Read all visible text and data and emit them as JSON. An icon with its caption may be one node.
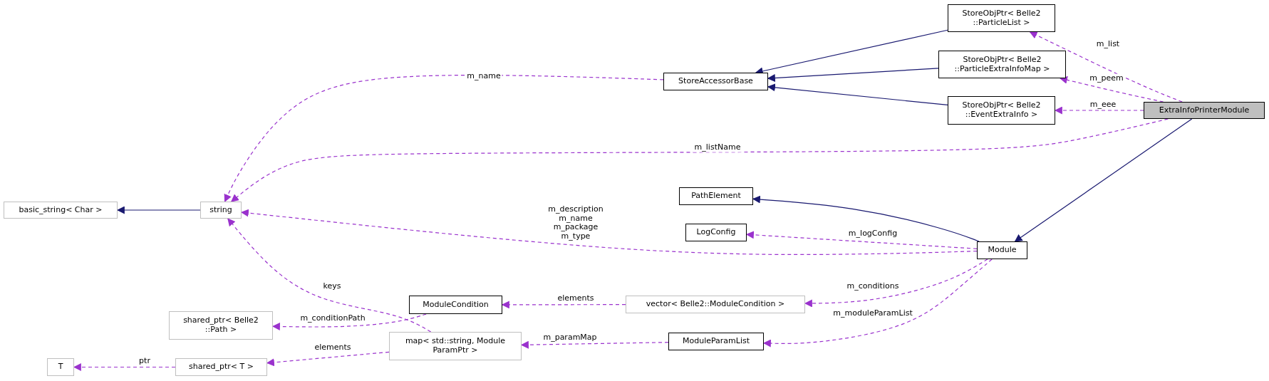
{
  "diagram": {
    "nodes": [
      {
        "text": [
          "basic_string< Char >"
        ]
      },
      {
        "text": [
          "string"
        ]
      },
      {
        "text": [
          "StoreAccessorBase"
        ]
      },
      {
        "text": [
          "StoreObjPtr< Belle2 ::ParticleList >"
        ]
      },
      {
        "text": [
          "StoreObjPtr< Belle2 ::ParticleExtraInfoMap >"
        ]
      },
      {
        "text": [
          "StoreObjPtr< Belle2 ::EventExtraInfo >"
        ]
      },
      {
        "text": [
          "ExtraInfoPrinterModule"
        ]
      },
      {
        "text": [
          "PathElement"
        ]
      },
      {
        "text": [
          "LogConfig"
        ]
      },
      {
        "text": [
          "Module"
        ]
      },
      {
        "text": [
          "ModuleCondition"
        ]
      },
      {
        "text": [
          "vector< Belle2::ModuleCondition >"
        ]
      },
      {
        "text": [
          "shared_ptr< Belle2 ::Path >"
        ]
      },
      {
        "text": [
          "map< std::string, Module ParamPtr >"
        ]
      },
      {
        "text": [
          "ModuleParamList"
        ]
      },
      {
        "text": [
          "T"
        ]
      },
      {
        "text": [
          "shared_ptr< T >"
        ]
      }
    ],
    "edges": [
      {
        "from": 1,
        "to": 0,
        "arrow": "to",
        "color": "#191970"
      },
      {
        "from": 2,
        "to": 1,
        "arrow": "to",
        "style": "dashed",
        "label": "m_name"
      },
      {
        "from": 3,
        "to": 2,
        "arrow": "to",
        "color": "#191970"
      },
      {
        "from": 4,
        "to": 2,
        "arrow": "to",
        "color": "#191970"
      },
      {
        "from": 5,
        "to": 2,
        "arrow": "to",
        "color": "#191970"
      },
      {
        "from": 6,
        "to": 3,
        "arrow": "to",
        "style": "dashed",
        "label": "m_list"
      },
      {
        "from": 6,
        "to": 4,
        "arrow": "to",
        "style": "dashed",
        "label": "m_peem"
      },
      {
        "from": 6,
        "to": 5,
        "arrow": "to",
        "style": "dashed",
        "label": "m_eee"
      },
      {
        "from": 6,
        "to": 1,
        "arrow": "to",
        "style": "dashed",
        "label": "m_listName"
      },
      {
        "from": 6,
        "to": 9,
        "arrow": "to",
        "color": "#191970"
      },
      {
        "from": 9,
        "to": 7,
        "arrow": "to",
        "color": "#191970"
      },
      {
        "from": 9,
        "to": 8,
        "arrow": "to",
        "style": "dashed",
        "label": "m_logConfig"
      },
      {
        "from": 9,
        "to": 1,
        "arrow": "to",
        "style": "dashed",
        "label": "m_description m_name m_package m_type"
      },
      {
        "from": 9,
        "to": 11,
        "arrow": "to",
        "style": "dashed",
        "label": "m_conditions"
      },
      {
        "from": 9,
        "to": 14,
        "arrow": "to",
        "style": "dashed",
        "label": "m_moduleParamList"
      },
      {
        "from": 11,
        "to": 10,
        "arrow": "to",
        "style": "dashed",
        "label": "elements"
      },
      {
        "from": 10,
        "to": 12,
        "arrow": "to",
        "style": "dashed",
        "label": "m_conditionPath"
      },
      {
        "from": 14,
        "to": 13,
        "arrow": "to",
        "style": "dashed",
        "label": "m_paramMap"
      },
      {
        "from": 13,
        "to": 1,
        "arrow": "to",
        "style": "dashed",
        "label": "keys"
      },
      {
        "from": 13,
        "to": 16,
        "arrow": "to",
        "style": "dashed",
        "label": "elements"
      },
      {
        "from": 16,
        "to": 15,
        "arrow": "to",
        "style": "dashed",
        "label": "ptr"
      }
    ]
  }
}
